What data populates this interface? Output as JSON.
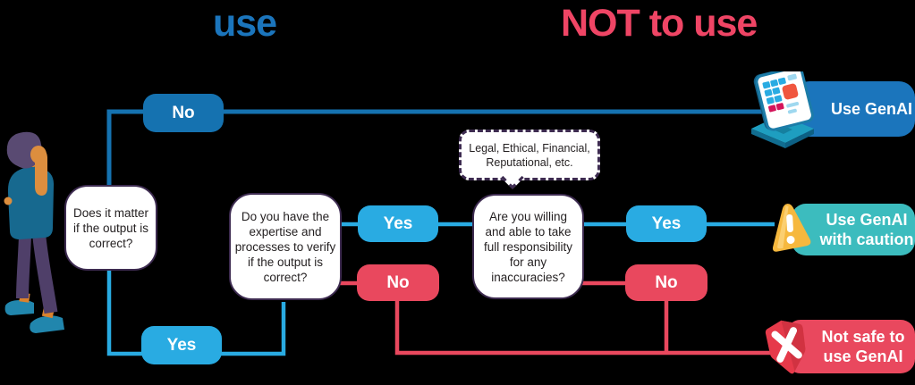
{
  "title": {
    "use_part": "use",
    "not_part": "NOT to use"
  },
  "flowchart": {
    "questions": {
      "output_matters": "Does it matter if the output is correct?",
      "expertise": "Do you have the expertise and processes to verify if the output is correct?",
      "responsibility": "Are you willing and able to take full responsibility for any inaccuracies?"
    },
    "note": "Legal, Ethical, Financial, Reputational, etc.",
    "answers": {
      "output_matters_no": "No",
      "output_matters_yes": "Yes",
      "expertise_yes": "Yes",
      "expertise_no": "No",
      "responsibility_yes": "Yes",
      "responsibility_no": "No"
    },
    "outcomes": {
      "use_genai": "Use GenAI",
      "use_with_caution": "Use GenAI with caution",
      "not_safe": "Not safe to use GenAI"
    }
  },
  "icons": {
    "laptop": "laptop-illustration",
    "warning": "warning-triangle-icon",
    "not_safe": "x-badge-icon",
    "person": "thinking-person-illustration"
  },
  "colors": {
    "dark_blue": "#1572b0",
    "cyan": "#29abe2",
    "red": "#e9485e",
    "teal": "#3cbcbe",
    "title_use_blue": "#1b75bc",
    "title_not_red": "#ef4565",
    "box_border_purple": "#3d2b50"
  }
}
